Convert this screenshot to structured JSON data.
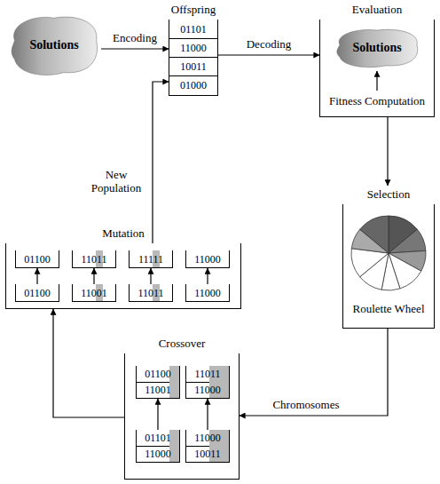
{
  "diagram": {
    "nodes": [
      {
        "text": [
          "Solutions"
        ]
      },
      {
        "text": [
          "Offspring"
        ]
      },
      {
        "text": [
          "01101"
        ],
        "in": 1
      },
      {
        "text": [
          "11000"
        ],
        "in": 1
      },
      {
        "text": [
          "10011"
        ],
        "in": 1
      },
      {
        "text": [
          "01000"
        ],
        "in": 1
      },
      {
        "text": [
          "Evaluation",
          "Fitness Computation"
        ]
      },
      {
        "text": [
          "Solutions"
        ],
        "in": 6
      },
      {
        "text": [
          "Selection",
          "Roulette Wheel"
        ]
      },
      {
        "text": [
          "Mutation"
        ]
      },
      {
        "text": [
          "01100"
        ],
        "in": 9
      },
      {
        "text": [
          "11011"
        ],
        "in": 9
      },
      {
        "text": [
          "11111"
        ],
        "in": 9
      },
      {
        "text": [
          "11000"
        ],
        "in": 9
      },
      {
        "text": [
          "01100"
        ],
        "in": 9
      },
      {
        "text": [
          "11001"
        ],
        "in": 9
      },
      {
        "text": [
          "11011"
        ],
        "in": 9
      },
      {
        "text": [
          "11000"
        ],
        "in": 9
      },
      {
        "text": [
          "Crossover"
        ]
      },
      {
        "text": [
          "01100"
        ],
        "in": 18
      },
      {
        "text": [
          "11011"
        ],
        "in": 18
      },
      {
        "text": [
          "11001"
        ],
        "in": 18
      },
      {
        "text": [
          "11000"
        ],
        "in": 18
      },
      {
        "text": [
          "01101"
        ],
        "in": 18
      },
      {
        "text": [
          "11000"
        ],
        "in": 18
      },
      {
        "text": [
          "11000"
        ],
        "in": 18
      },
      {
        "text": [
          "10011"
        ],
        "in": 18
      }
    ],
    "edges": [
      {
        "from": 0,
        "to": 1,
        "arrow": "to",
        "label": "Encoding"
      },
      {
        "from": 1,
        "to": 6,
        "arrow": "to",
        "label": "Decoding"
      },
      {
        "from": 6,
        "to": 8,
        "arrow": "to"
      },
      {
        "from": 8,
        "to": 18,
        "arrow": "to",
        "label": "Chromosomes"
      },
      {
        "from": 18,
        "to": 9,
        "arrow": "to"
      },
      {
        "from": 9,
        "to": 1,
        "arrow": "to",
        "label": "New Population"
      },
      {
        "from": 14,
        "to": 10,
        "arrow": "to"
      },
      {
        "from": 15,
        "to": 11,
        "arrow": "to"
      },
      {
        "from": 16,
        "to": 12,
        "arrow": "to"
      },
      {
        "from": 17,
        "to": 13,
        "arrow": "to"
      },
      {
        "from": 23,
        "to": 21,
        "arrow": "to"
      },
      {
        "from": 24,
        "to": 22,
        "arrow": "to"
      }
    ]
  }
}
